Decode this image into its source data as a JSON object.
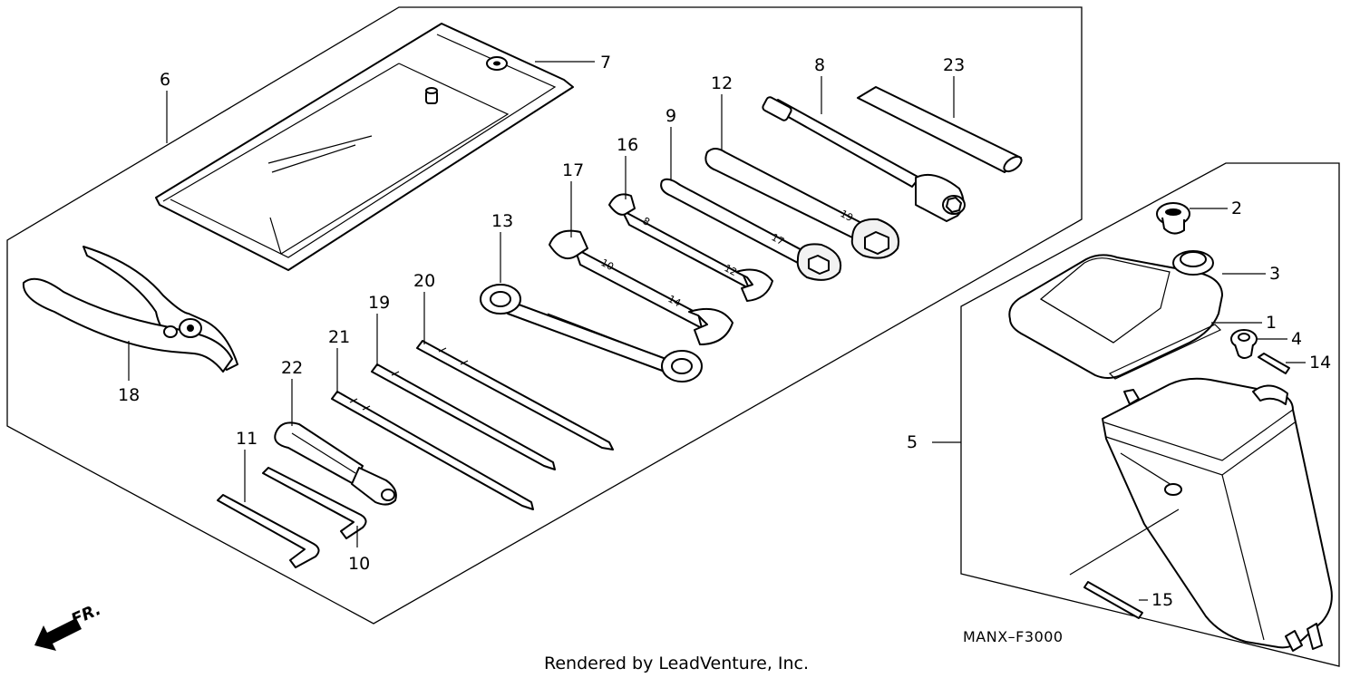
{
  "diagram": {
    "code": "MANX–F3000",
    "credit": "Rendered by LeadVenture, Inc.",
    "front_label": "FR.",
    "callouts": [
      {
        "id": "p1",
        "label": "1"
      },
      {
        "id": "p2",
        "label": "2"
      },
      {
        "id": "p3",
        "label": "3"
      },
      {
        "id": "p4",
        "label": "4"
      },
      {
        "id": "p5",
        "label": "5"
      },
      {
        "id": "p6",
        "label": "6"
      },
      {
        "id": "p7",
        "label": "7"
      },
      {
        "id": "p8",
        "label": "8"
      },
      {
        "id": "p9",
        "label": "9"
      },
      {
        "id": "p10",
        "label": "10"
      },
      {
        "id": "p11",
        "label": "11"
      },
      {
        "id": "p12",
        "label": "12"
      },
      {
        "id": "p13",
        "label": "13"
      },
      {
        "id": "p14",
        "label": "14"
      },
      {
        "id": "p15",
        "label": "15"
      },
      {
        "id": "p16",
        "label": "16"
      },
      {
        "id": "p17",
        "label": "17"
      },
      {
        "id": "p18",
        "label": "18"
      },
      {
        "id": "p19",
        "label": "19"
      },
      {
        "id": "p20",
        "label": "20"
      },
      {
        "id": "p21",
        "label": "21"
      },
      {
        "id": "p22",
        "label": "22"
      },
      {
        "id": "p23",
        "label": "23"
      }
    ],
    "wrench_marks": [
      "8",
      "12",
      "10",
      "14",
      "17",
      "19"
    ]
  }
}
